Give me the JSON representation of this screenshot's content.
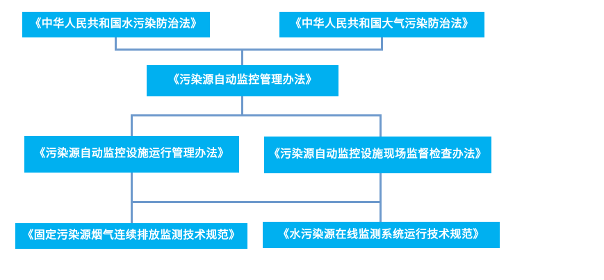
{
  "diagram": {
    "type": "flowchart",
    "background": "#ffffff",
    "node_fill_color": "#00b0f0",
    "node_text_color": "#ffffff",
    "connector_color": "#6d99cc",
    "nodes": [
      {
        "id": "water-pollution-law",
        "level": 1,
        "label": "《中华人民共和国水污染防治法》"
      },
      {
        "id": "air-pollution-law",
        "level": 1,
        "label": "《中华人民共和国大气污染防治法》"
      },
      {
        "id": "auto-monitoring-measures",
        "level": 2,
        "label": "《污染源自动监控管理办法》"
      },
      {
        "id": "facility-operation-measures",
        "level": 3,
        "label": "《污染源自动监控设施运行管理办法》"
      },
      {
        "id": "onsite-inspection-measures",
        "level": 3,
        "label": "《污染源自动监控设施现场监督检查办法》"
      },
      {
        "id": "flue-gas-cems-spec",
        "level": 4,
        "label": "《固定污染源烟气连续排放监测技术规范》"
      },
      {
        "id": "water-online-monitoring-spec",
        "level": 4,
        "label": "《水污染源在线监测系统运行技术规范》"
      }
    ],
    "edges": [
      {
        "from": "water-pollution-law",
        "to": "auto-monitoring-measures"
      },
      {
        "from": "air-pollution-law",
        "to": "auto-monitoring-measures"
      },
      {
        "from": "auto-monitoring-measures",
        "to": "facility-operation-measures"
      },
      {
        "from": "auto-monitoring-measures",
        "to": "onsite-inspection-measures"
      },
      {
        "from": "facility-operation-measures",
        "to": "flue-gas-cems-spec"
      },
      {
        "from": "onsite-inspection-measures",
        "to": "water-online-monitoring-spec"
      },
      {
        "from": "facility-operation-measures",
        "to": "water-online-monitoring-spec",
        "via": "shared-bottom-rail"
      },
      {
        "from": "onsite-inspection-measures",
        "to": "flue-gas-cems-spec",
        "via": "shared-bottom-rail"
      }
    ]
  }
}
